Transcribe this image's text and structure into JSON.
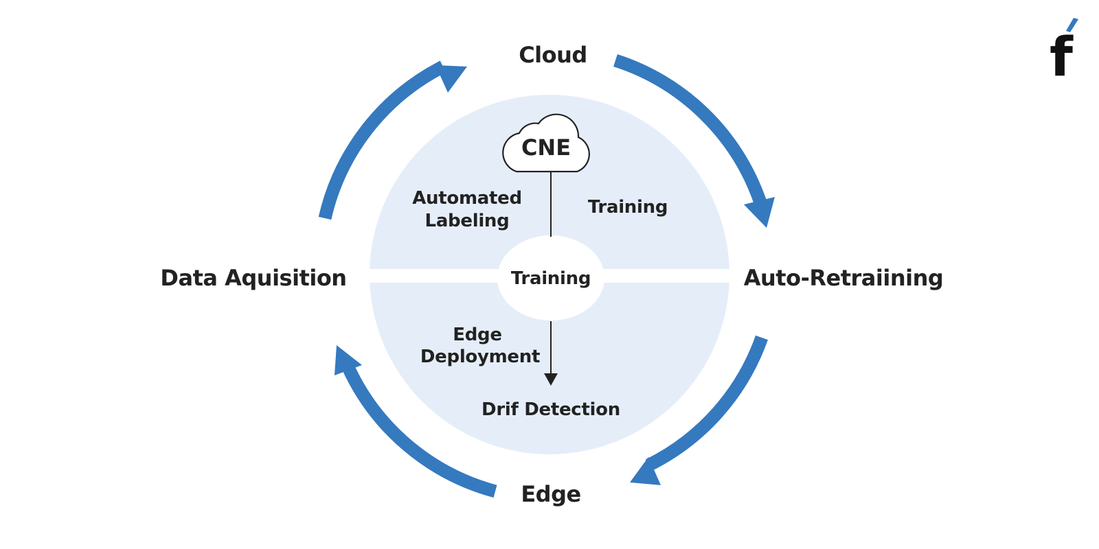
{
  "diagram": {
    "outer_labels": {
      "top": "Cloud",
      "right": "Auto-Retraiining",
      "bottom": "Edge",
      "left": "Data Aquisition"
    },
    "cloud_label": "CNE",
    "center_label": "Training",
    "inner_labels": {
      "top_left_line1": "Automated",
      "top_left_line2": "Labeling",
      "top_right": "Training",
      "bottom_left_line1": "Edge",
      "bottom_left_line2": "Deployment",
      "bottom": "Drif Detection"
    }
  },
  "logo": {
    "glyph": "f",
    "accent_color": "#3579bf"
  },
  "colors": {
    "arrow": "#3579bf",
    "inner_disc": "#e5eef8",
    "text": "#222222"
  }
}
